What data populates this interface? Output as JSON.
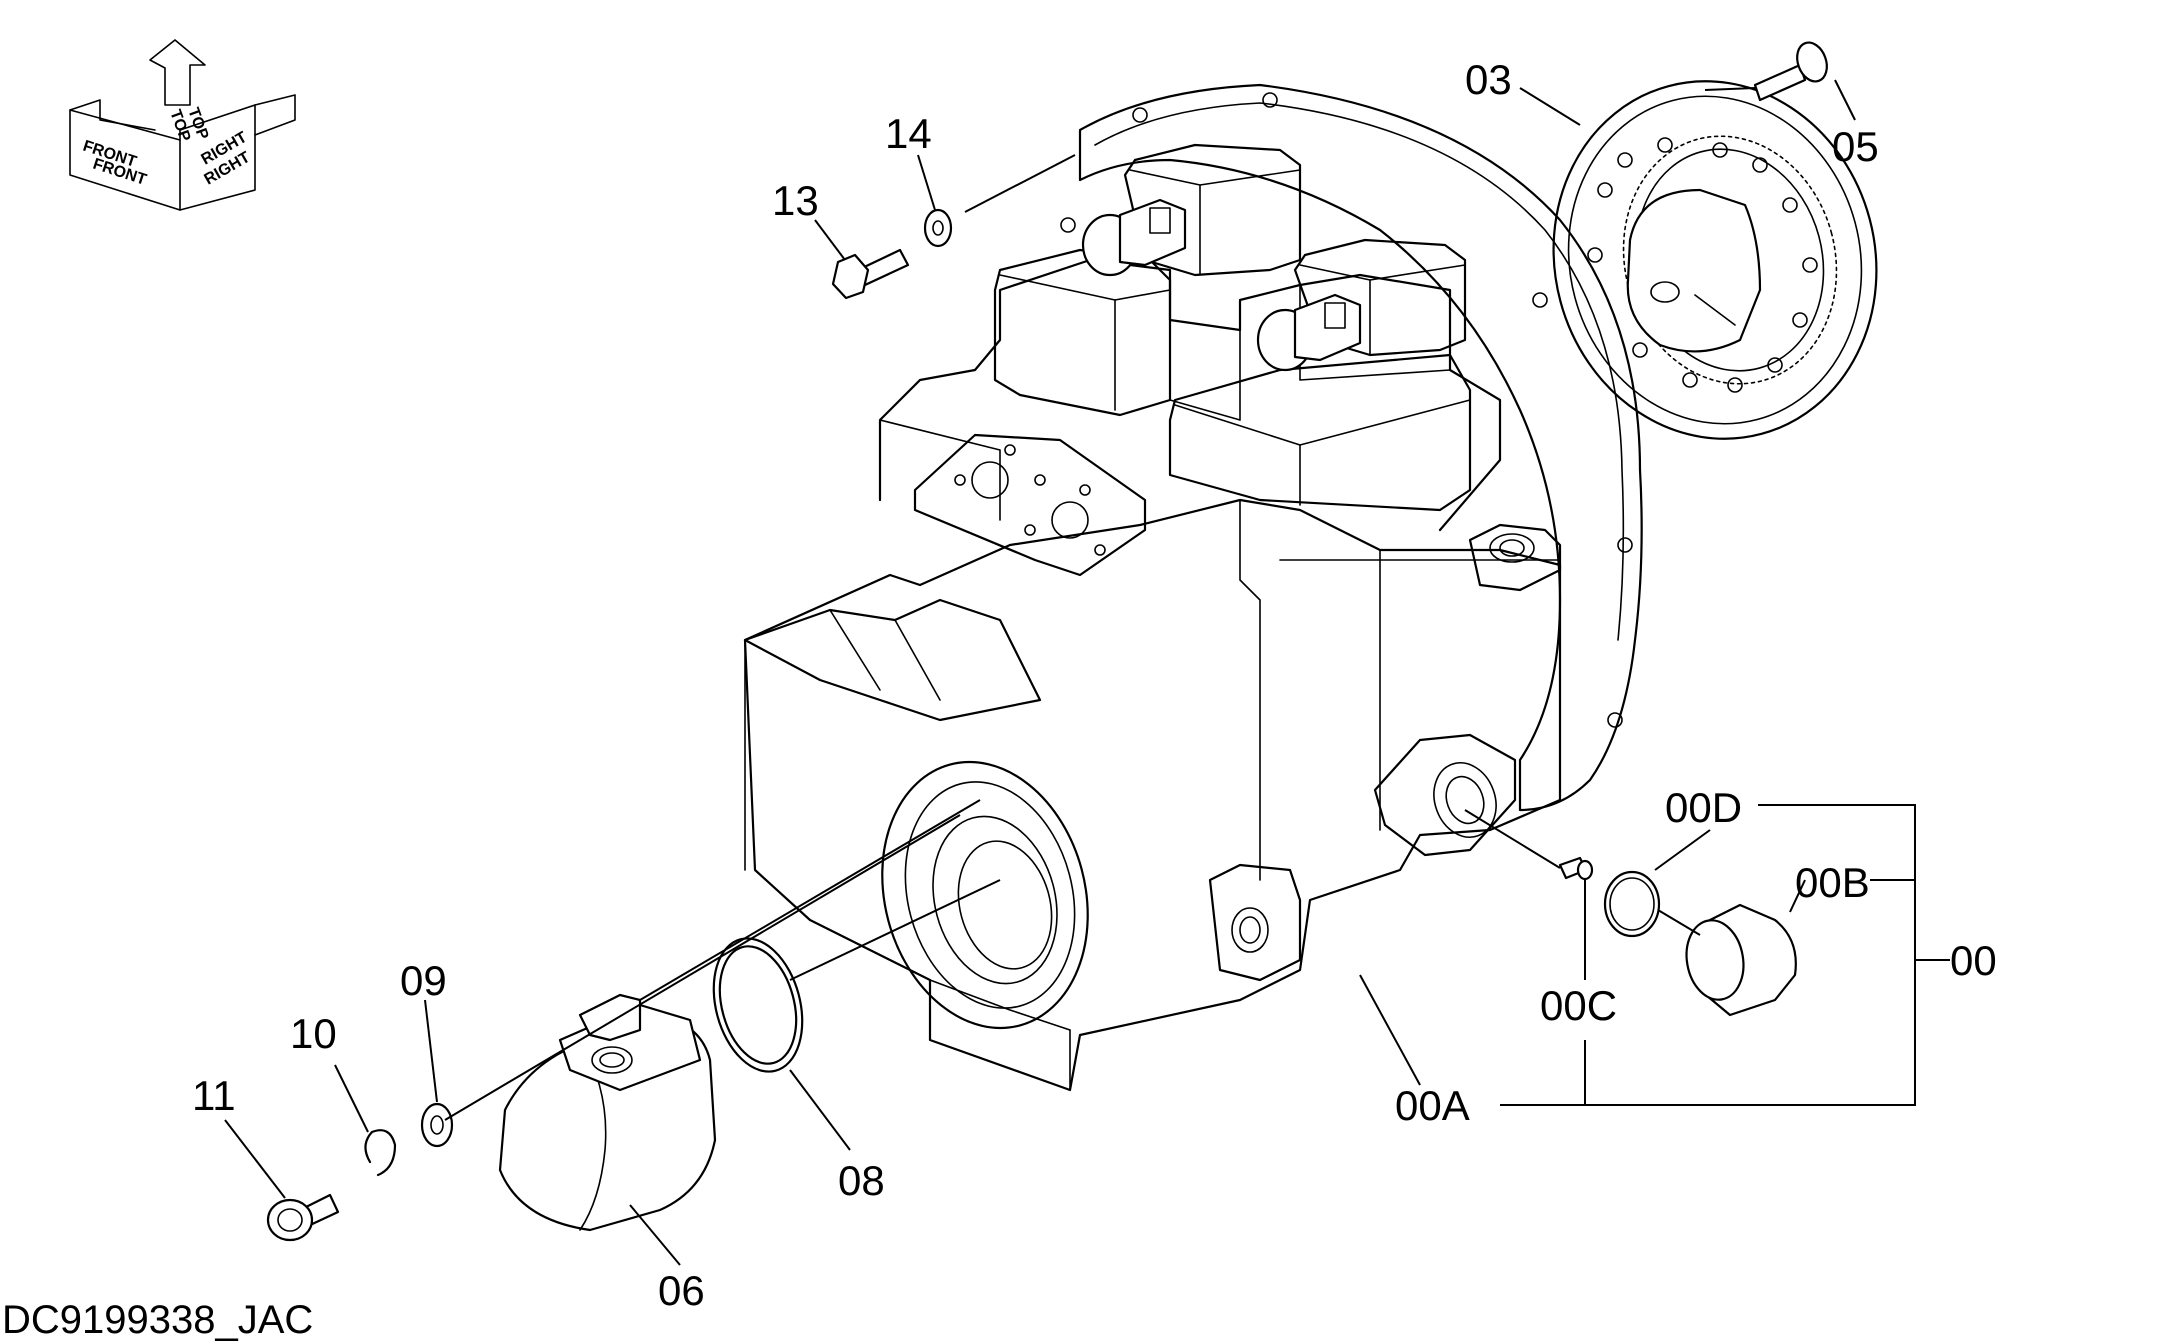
{
  "drawing_id": "DC9199338_JAC",
  "orientation": {
    "front_1": "FRONT",
    "front_2": "FRONT",
    "top_1": "TOP",
    "top_2": "TOP",
    "right_1": "RIGHT",
    "right_2": "RIGHT"
  },
  "callouts": {
    "p00": "00",
    "p00A": "00A",
    "p00B": "00B",
    "p00C": "00C",
    "p00D": "00D",
    "p03": "03",
    "p05": "05",
    "p06": "06",
    "p08": "08",
    "p09": "09",
    "p10": "10",
    "p11": "11",
    "p13": "13",
    "p14": "14"
  }
}
